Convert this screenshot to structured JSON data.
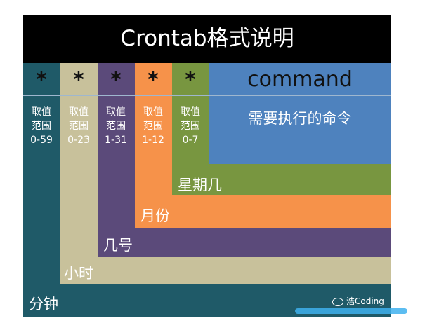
{
  "title": "Crontab格式说明",
  "fields": [
    {
      "symbol": "*",
      "range_label_1": "取值",
      "range_label_2": "范围",
      "range": "0-59",
      "name": "分钟"
    },
    {
      "symbol": "*",
      "range_label_1": "取值",
      "range_label_2": "范围",
      "range": "0-23",
      "name": "小时"
    },
    {
      "symbol": "*",
      "range_label_1": "取值",
      "range_label_2": "范围",
      "range": "1-31",
      "name": "几号"
    },
    {
      "symbol": "*",
      "range_label_1": "取值",
      "range_label_2": "范围",
      "range": "1-12",
      "name": "月份"
    },
    {
      "symbol": "*",
      "range_label_1": "取值",
      "range_label_2": "范围",
      "range": "0-7",
      "name": "星期几"
    }
  ],
  "command": {
    "label": "command",
    "description": "需要执行的命令"
  },
  "colors": {
    "title_bg": "#000000",
    "minute": "#1f5a68",
    "hour": "#c8c19b",
    "day": "#5b4a7a",
    "month": "#f6924a",
    "week": "#789640",
    "command": "#4e82be"
  },
  "watermark": "浩Coding"
}
